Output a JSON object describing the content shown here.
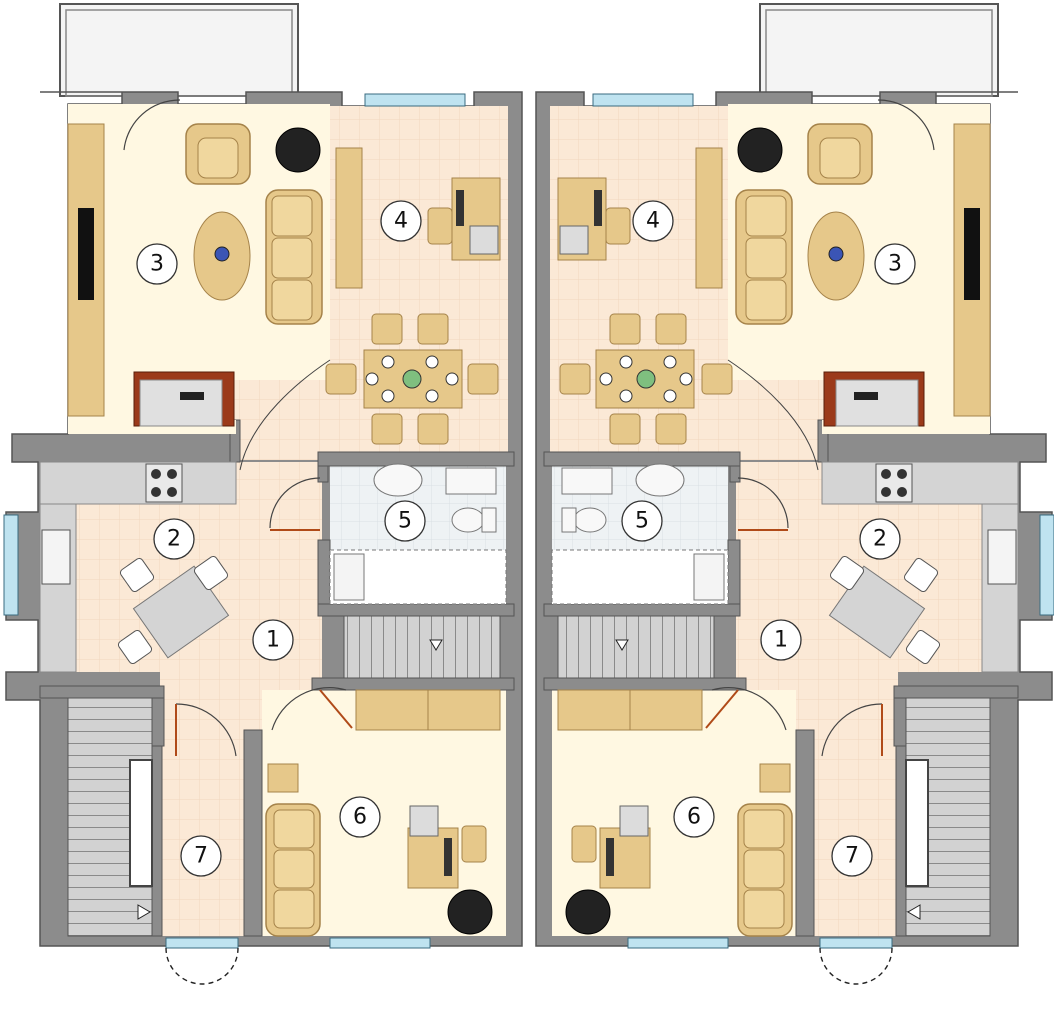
{
  "colors": {
    "wall": "#8c8c8c",
    "wall_edge": "#555555",
    "room_cream": "#fff8e2",
    "tile_floor": "#fbe9d6",
    "tile_line": "#f0d6bf",
    "bath_floor": "#eef2f4",
    "furniture": "#e6c88a",
    "furniture_edge": "#a5834a",
    "counter": "#d4d4d4",
    "stair": "#cfcfcf",
    "window": "#bfe3f0",
    "door_accent": "#b04a18",
    "fireplace": "#9b3a1a"
  },
  "units": [
    {
      "side": "left",
      "rooms": [
        {
          "number": "1"
        },
        {
          "number": "2"
        },
        {
          "number": "3"
        },
        {
          "number": "4"
        },
        {
          "number": "5"
        },
        {
          "number": "6"
        },
        {
          "number": "7"
        }
      ]
    },
    {
      "side": "right",
      "rooms": [
        {
          "number": "1"
        },
        {
          "number": "2"
        },
        {
          "number": "3"
        },
        {
          "number": "4"
        },
        {
          "number": "5"
        },
        {
          "number": "6"
        },
        {
          "number": "7"
        }
      ]
    }
  ]
}
